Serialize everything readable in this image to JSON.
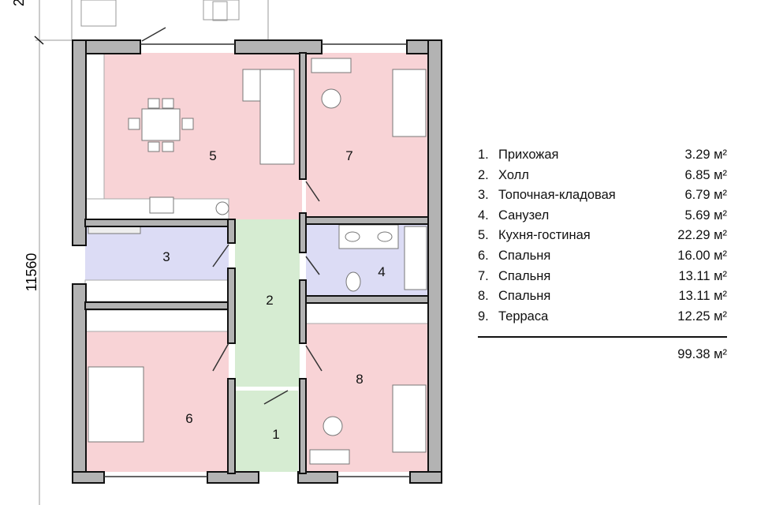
{
  "plan": {
    "dimension_vertical": "11560",
    "dimension_top_partial": "2",
    "room_labels": [
      "1",
      "2",
      "3",
      "4",
      "5",
      "6",
      "7",
      "8"
    ],
    "colors": {
      "living": "#f8d3d6",
      "hall": "#d6ecd2",
      "utility": "#dcdcf5",
      "wall": "#b3b3b3"
    }
  },
  "legend": {
    "items": [
      {
        "num": "1.",
        "name": "Прихожая",
        "area": "3.29 м²"
      },
      {
        "num": "2.",
        "name": "Холл",
        "area": "6.85 м²"
      },
      {
        "num": "3.",
        "name": "Топочная-кладовая",
        "area": "6.79 м²"
      },
      {
        "num": "4.",
        "name": "Санузел",
        "area": "5.69 м²"
      },
      {
        "num": "5.",
        "name": "Кухня-гостиная",
        "area": "22.29 м²"
      },
      {
        "num": "6.",
        "name": "Спальня",
        "area": "16.00 м²"
      },
      {
        "num": "7.",
        "name": "Спальня",
        "area": "13.11 м²"
      },
      {
        "num": "8.",
        "name": "Спальня",
        "area": "13.11 м²"
      },
      {
        "num": "9.",
        "name": "Терраса",
        "area": "12.25 м²"
      }
    ],
    "total": "99.38 м²"
  }
}
